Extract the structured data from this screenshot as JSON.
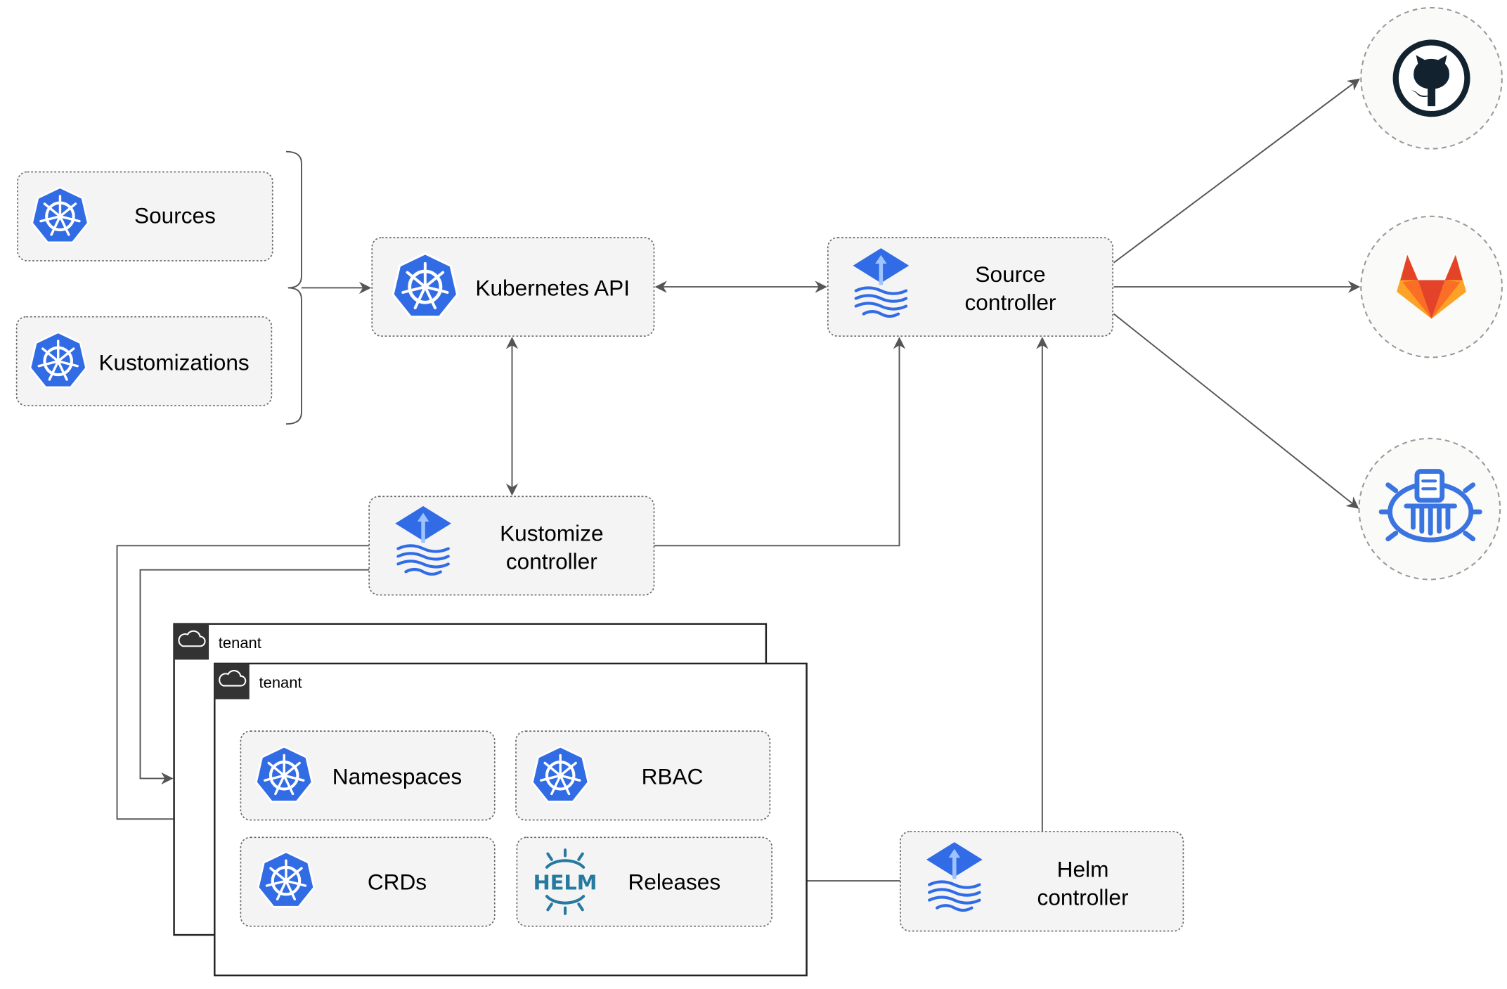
{
  "nodes": {
    "sources": "Sources",
    "kustomizations": "Kustomizations",
    "kubernetes_api": "Kubernetes API",
    "source_controller": [
      "Source",
      "controller"
    ],
    "kustomize_controller": [
      "Kustomize",
      "controller"
    ],
    "helm_controller": [
      "Helm",
      "controller"
    ],
    "namespaces": "Namespaces",
    "rbac": "RBAC",
    "crds": "CRDs",
    "releases": "Releases",
    "helm_logo_text": "HELM"
  },
  "tenants": [
    "tenant",
    "tenant"
  ],
  "external_sources": [
    "github-icon",
    "gitlab-icon",
    "helm-repository-icon"
  ],
  "colors": {
    "kubernetes_blue": "#326ce5",
    "flux_blue": "#316ce6",
    "gitlab_orange": "#e24329",
    "gitlab_light": "#fca326",
    "github_dark": "#12222f",
    "helm_teal": "#277a9f",
    "box_fill": "#f4f4f4"
  }
}
